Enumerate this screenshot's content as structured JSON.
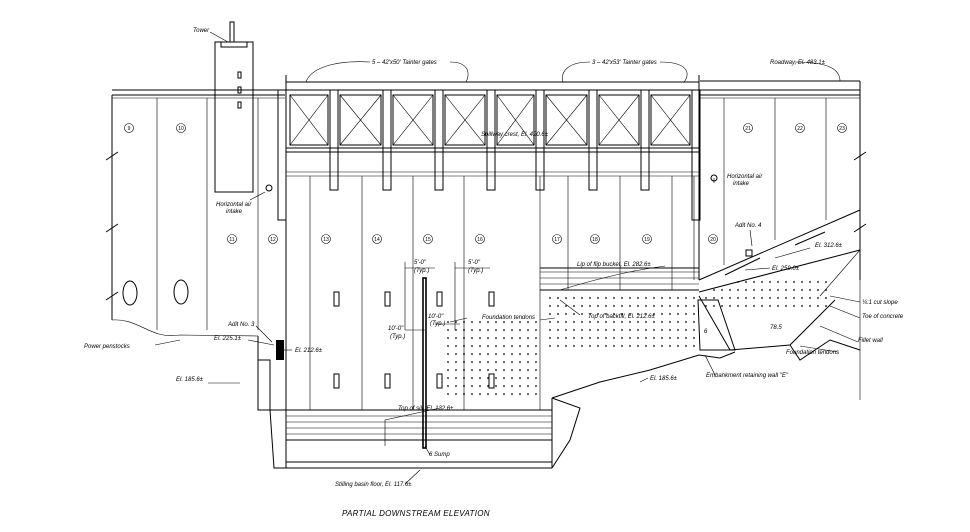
{
  "drawing": {
    "caption": "PARTIAL DOWNSTREAM ELEVATION",
    "labels": {
      "tower": "Tower",
      "tainter_left": "5 – 42'x50' Tainter gates",
      "tainter_right": "3 – 42'x53' Tainter gates",
      "roadway": "Roadway, El. 483.1±",
      "spillway_crest": "Spillway crest, El. 420.6±",
      "air_intake_left_1": "Horizontal air",
      "air_intake_left_2": "intake",
      "air_intake_right_1": "Horizontal air",
      "air_intake_right_2": "intake",
      "adit4": "Adit No. 4",
      "el312": "El. 312.6±",
      "lip": "Lip of flip bucket, El. 282.6±",
      "el259": "El. 259.0±",
      "cut_slope": "¼:1 cut slope",
      "toe_concrete": "Toe of concrete",
      "fillet_wall": "Fillet wall",
      "foundation_tendons_right": "Foundation tendons",
      "foundation_tendons_mid": "Foundation tendons",
      "top_backfill": "Top of backfill, El. 212.6±",
      "dim_785": "78.5",
      "dim_6": "6",
      "embankment_wall": "Embankment retaining wall \"E\"",
      "el1856_right": "El. 185.6±",
      "el1856_left": "El. 185.6±",
      "power_penstocks": "Power penstocks",
      "adit3": "Adit No. 3",
      "el2251": "El. 225.1±",
      "el2126": "El. 212.6±",
      "dim_5a": "5'-0\"",
      "dim_5a_typ": "(Typ.)",
      "dim_5b": "5'-0\"",
      "dim_5b_typ": "(Typ.)",
      "dim_10a": "10'-0\"",
      "dim_10a_typ": "(Typ.)",
      "dim_10b": "10'-0\"",
      "dim_10b_typ": "(Typ.)",
      "top_sill": "Top of sill, El. 132.6±",
      "sump": "6 Sump",
      "stilling_floor": "Stilling basin floor, El. 117.6±"
    },
    "monolith_numbers": [
      "9",
      "10",
      "11",
      "12",
      "13",
      "14",
      "15",
      "16",
      "17",
      "18",
      "19",
      "20",
      "21",
      "22",
      "23"
    ],
    "colors": {
      "line": "#000000",
      "background": "#ffffff"
    }
  }
}
